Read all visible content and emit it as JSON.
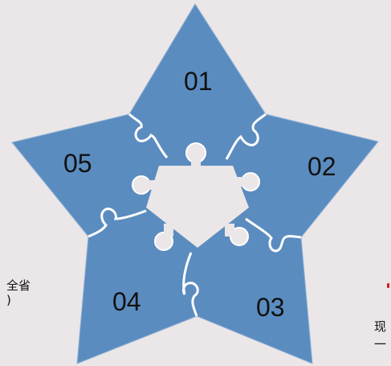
{
  "colors": {
    "background": "#ebe6e7",
    "piece_fill": "#5b8cc0",
    "piece_stroke": "#ffffff",
    "center": "#ebe6e7",
    "accent_mark": "#d21f1f"
  },
  "pieces": [
    {
      "label": "01"
    },
    {
      "label": "02"
    },
    {
      "label": "03"
    },
    {
      "label": "04"
    },
    {
      "label": "05"
    }
  ],
  "side_text": {
    "left_line1": "全省",
    "left_line2": ")",
    "right_line1": "现",
    "right_line2": "一"
  }
}
